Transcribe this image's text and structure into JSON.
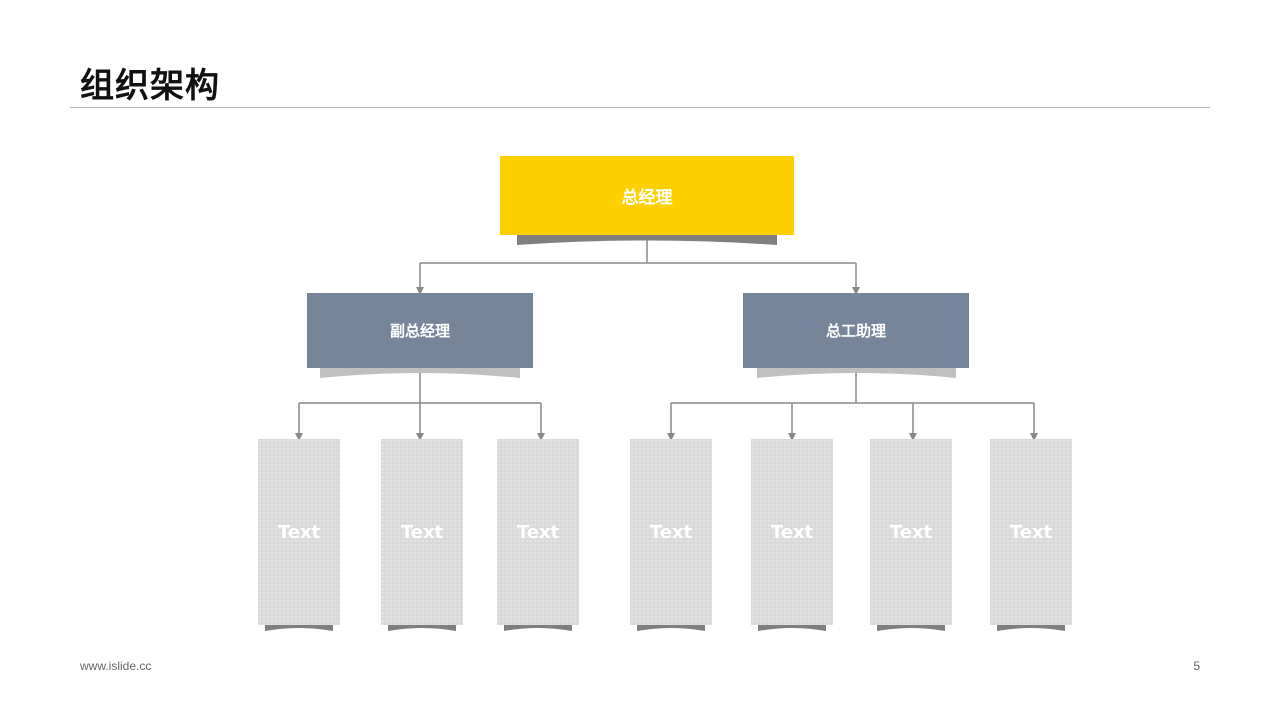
{
  "slide": {
    "title": "组织架构",
    "footer_url": "www.islide.cc",
    "page_number": "5"
  },
  "org": {
    "root": {
      "label": "总经理",
      "color": "#ffd000"
    },
    "managers": [
      {
        "label": "副总经理",
        "color": "#76859a",
        "children": [
          "Text",
          "Text",
          "Text"
        ]
      },
      {
        "label": "总工助理",
        "color": "#76859a",
        "children": [
          "Text",
          "Text",
          "Text",
          "Text"
        ]
      }
    ],
    "leaf_color": "#d9d9d9",
    "connector_color": "#888888"
  }
}
